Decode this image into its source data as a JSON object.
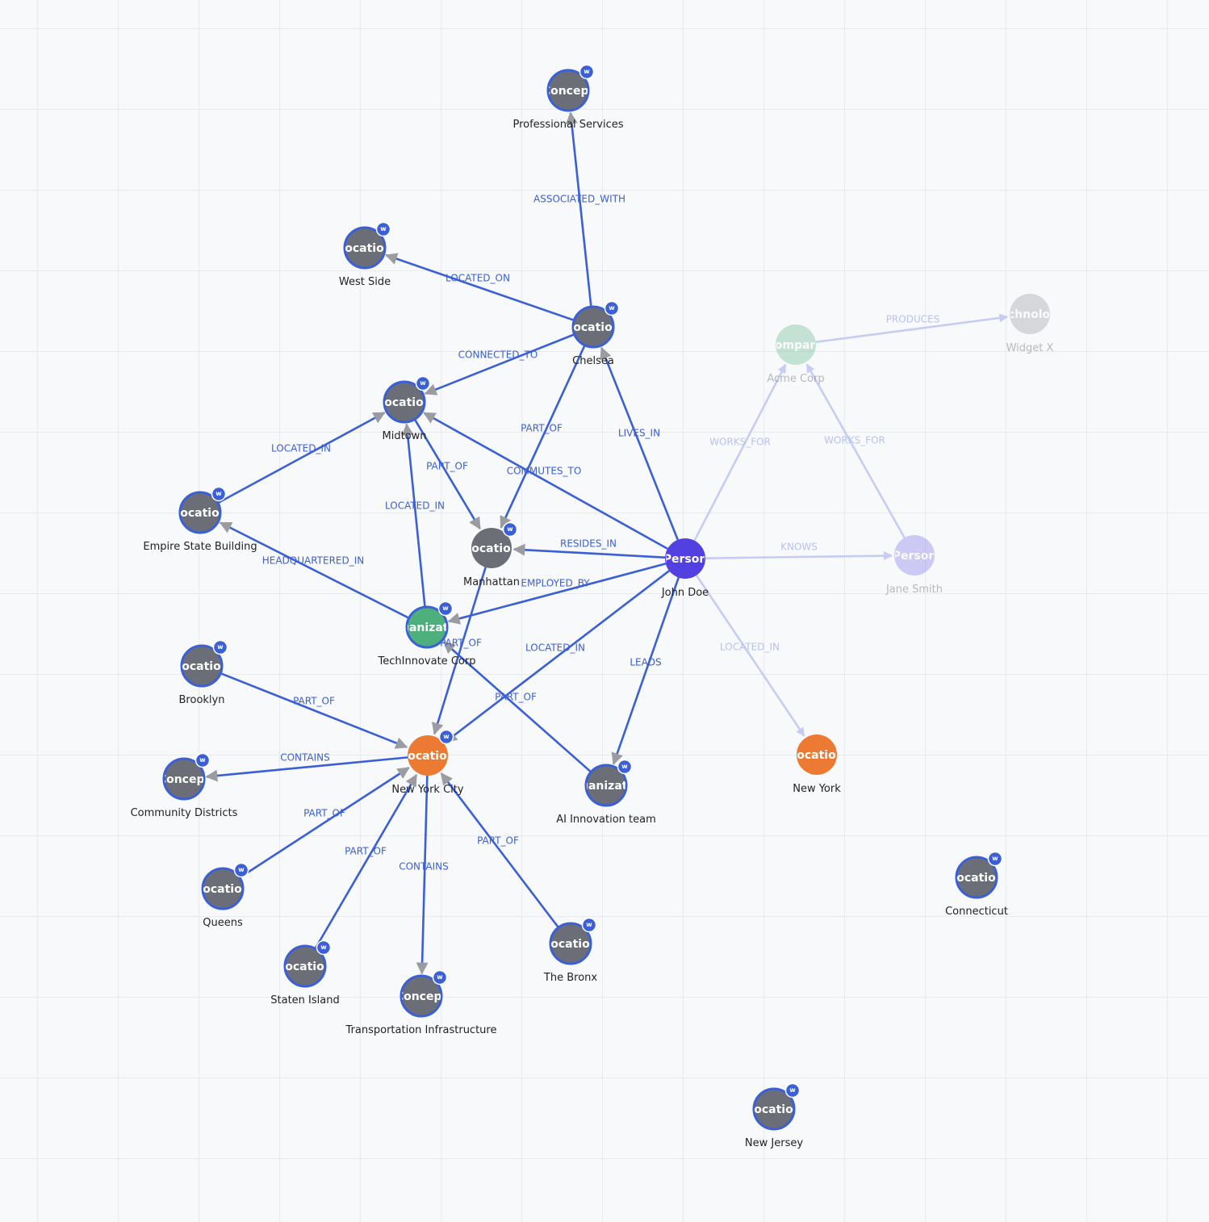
{
  "colors": {
    "edge": "#3a5fd6",
    "edge_label": "#3a5fd6",
    "arrow": "#9a9ca2",
    "node_default": "#6b6e77",
    "node_border": "#3a5fd6",
    "location_orange": "#ec7a33",
    "person": "#5240e0",
    "organization_green": "#4caf7c",
    "faded_edge": "#c6cdf2",
    "faded_label": "#b9c2ee"
  },
  "badge_text": "w",
  "nodes": [
    {
      "id": "professional_services",
      "type": "Concept",
      "label": "Professional Services",
      "color": "#6b6e77",
      "border": true,
      "badge": true
    },
    {
      "id": "west_side",
      "type": "Location",
      "label": "West Side",
      "color": "#6b6e77",
      "border": true,
      "badge": true
    },
    {
      "id": "chelsea",
      "type": "Location",
      "label": "Chelsea",
      "color": "#6b6e77",
      "border": true,
      "badge": true
    },
    {
      "id": "midtown",
      "type": "Location",
      "label": "Midtown",
      "color": "#6b6e77",
      "border": true,
      "badge": true
    },
    {
      "id": "empire_state",
      "type": "Location",
      "label": "Empire State Building",
      "color": "#6b6e77",
      "border": true,
      "badge": true
    },
    {
      "id": "manhattan",
      "type": "Location",
      "label": "Manhattan",
      "color": "#6b6e77",
      "border": false,
      "badge": true
    },
    {
      "id": "john_doe",
      "type": "Person",
      "label": "John Doe",
      "color": "#5240e0",
      "border": false,
      "badge": false
    },
    {
      "id": "techinnovate",
      "type": "Organization",
      "label": "TechInnovate Corp",
      "color": "#4caf7c",
      "border": true,
      "badge": true
    },
    {
      "id": "brooklyn",
      "type": "Location",
      "label": "Brooklyn",
      "color": "#6b6e77",
      "border": true,
      "badge": true
    },
    {
      "id": "nyc",
      "type": "Location",
      "label": "New York City",
      "color": "#ec7a33",
      "border": false,
      "badge": true
    },
    {
      "id": "community_districts",
      "type": "Concept",
      "label": "Community Districts",
      "color": "#6b6e77",
      "border": true,
      "badge": true
    },
    {
      "id": "ai_team",
      "type": "Organization",
      "label": "AI Innovation team",
      "color": "#6b6e77",
      "border": true,
      "badge": true
    },
    {
      "id": "new_york",
      "type": "Location",
      "label": "New York",
      "color": "#ec7a33",
      "border": false,
      "badge": false
    },
    {
      "id": "queens",
      "type": "Location",
      "label": "Queens",
      "color": "#6b6e77",
      "border": true,
      "badge": true
    },
    {
      "id": "staten_island",
      "type": "Location",
      "label": "Staten Island",
      "color": "#6b6e77",
      "border": true,
      "badge": true
    },
    {
      "id": "transportation",
      "type": "Concept",
      "label": "Transportation Infrastructure",
      "color": "#6b6e77",
      "border": true,
      "badge": true
    },
    {
      "id": "the_bronx",
      "type": "Location",
      "label": "The Bronx",
      "color": "#6b6e77",
      "border": true,
      "badge": true
    },
    {
      "id": "connecticut",
      "type": "Location",
      "label": "Connecticut",
      "color": "#6b6e77",
      "border": true,
      "badge": true
    },
    {
      "id": "new_jersey",
      "type": "Location",
      "label": "New Jersey",
      "color": "#6b6e77",
      "border": true,
      "badge": true
    },
    {
      "id": "acme_corp",
      "type": "Company",
      "label": "Acme Corp",
      "color": "#4caf7c",
      "border": false,
      "badge": false,
      "faded": true
    },
    {
      "id": "widget_x",
      "type": "Technology",
      "label": "Widget X",
      "color": "#8a8c92",
      "border": false,
      "badge": false,
      "faded": true
    },
    {
      "id": "jane_smith",
      "type": "Person",
      "label": "Jane Smith",
      "color": "#6a5ce8",
      "border": false,
      "badge": false,
      "faded": true
    }
  ],
  "edges": [
    {
      "source": "chelsea",
      "target": "professional_services",
      "label": "ASSOCIATED_WITH"
    },
    {
      "source": "chelsea",
      "target": "west_side",
      "label": "LOCATED_ON"
    },
    {
      "source": "chelsea",
      "target": "midtown",
      "label": "CONNECTED_TO"
    },
    {
      "source": "chelsea",
      "target": "manhattan",
      "label": "PART_OF"
    },
    {
      "source": "john_doe",
      "target": "chelsea",
      "label": "LIVES_IN"
    },
    {
      "source": "empire_state",
      "target": "midtown",
      "label": "LOCATED_IN"
    },
    {
      "source": "midtown",
      "target": "manhattan",
      "label": "PART_OF"
    },
    {
      "source": "john_doe",
      "target": "midtown",
      "label": "COMMUTES_TO"
    },
    {
      "source": "techinnovate",
      "target": "midtown",
      "label": "LOCATED_IN"
    },
    {
      "source": "john_doe",
      "target": "manhattan",
      "label": "RESIDES_IN"
    },
    {
      "source": "techinnovate",
      "target": "empire_state",
      "label": "HEADQUARTERED_IN"
    },
    {
      "source": "john_doe",
      "target": "techinnovate",
      "label": "EMPLOYED_BY"
    },
    {
      "source": "manhattan",
      "target": "nyc",
      "label": "PART_OF"
    },
    {
      "source": "john_doe",
      "target": "nyc",
      "label": "LOCATED_IN"
    },
    {
      "source": "john_doe",
      "target": "ai_team",
      "label": "LEADS"
    },
    {
      "source": "ai_team",
      "target": "techinnovate",
      "label": "PART_OF"
    },
    {
      "source": "brooklyn",
      "target": "nyc",
      "label": "PART_OF"
    },
    {
      "source": "nyc",
      "target": "community_districts",
      "label": "CONTAINS"
    },
    {
      "source": "queens",
      "target": "nyc",
      "label": "PART_OF"
    },
    {
      "source": "staten_island",
      "target": "nyc",
      "label": "PART_OF"
    },
    {
      "source": "nyc",
      "target": "transportation",
      "label": "CONTAINS"
    },
    {
      "source": "the_bronx",
      "target": "nyc",
      "label": "PART_OF"
    },
    {
      "source": "acme_corp",
      "target": "widget_x",
      "label": "PRODUCES",
      "faded": true
    },
    {
      "source": "john_doe",
      "target": "acme_corp",
      "label": "WORKS_FOR",
      "faded": true
    },
    {
      "source": "jane_smith",
      "target": "acme_corp",
      "label": "WORKS_FOR",
      "faded": true
    },
    {
      "source": "john_doe",
      "target": "jane_smith",
      "label": "KNOWS",
      "faded": true
    },
    {
      "source": "john_doe",
      "target": "new_york",
      "label": "LOCATED_IN",
      "faded": true
    }
  ]
}
